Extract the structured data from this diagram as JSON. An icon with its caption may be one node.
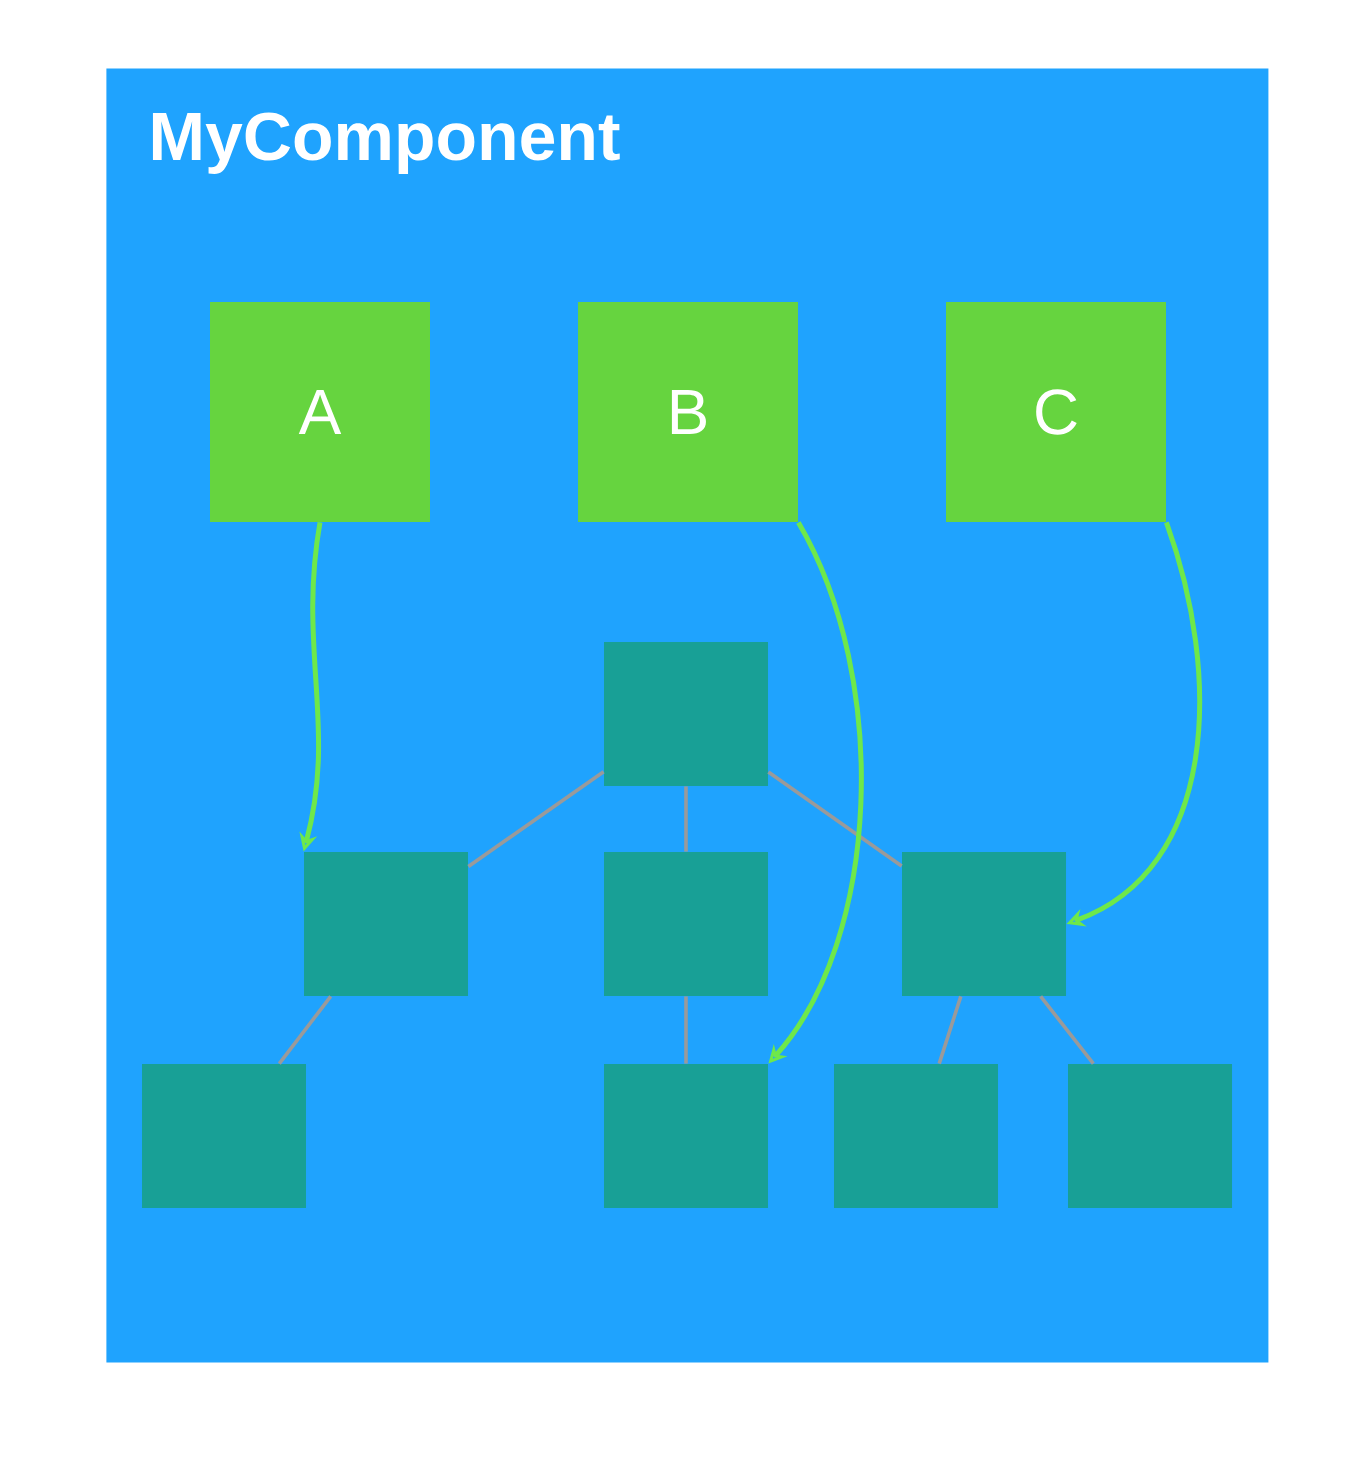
{
  "diagram": {
    "nodes": [
      {
        "text": [
          "MyComponent"
        ]
      },
      {
        "text": [
          "A"
        ],
        "in": 0
      },
      {
        "text": [
          "B"
        ],
        "in": 0
      },
      {
        "text": [
          "C"
        ],
        "in": 0
      },
      {
        "text": [],
        "shape": "box",
        "in": 0
      },
      {
        "text": [],
        "shape": "box",
        "in": 0
      },
      {
        "text": [],
        "shape": "box",
        "in": 0
      },
      {
        "text": [],
        "shape": "box",
        "in": 0
      },
      {
        "text": [],
        "shape": "box",
        "in": 0
      },
      {
        "text": [],
        "shape": "box",
        "in": 0
      },
      {
        "text": [],
        "shape": "box",
        "in": 0
      },
      {
        "text": [],
        "shape": "box",
        "in": 0
      }
    ],
    "edges": [
      {
        "from": 4,
        "to": 5,
        "arrow": "none"
      },
      {
        "from": 4,
        "to": 6,
        "arrow": "none"
      },
      {
        "from": 4,
        "to": 7,
        "arrow": "none"
      },
      {
        "from": 5,
        "to": 8,
        "arrow": "none"
      },
      {
        "from": 6,
        "to": 9,
        "arrow": "none"
      },
      {
        "from": 7,
        "to": 10,
        "arrow": "none"
      },
      {
        "from": 7,
        "to": 11,
        "arrow": "none"
      },
      {
        "from": 1,
        "to": 5,
        "arrow": "to",
        "color": "#6ee84a"
      },
      {
        "from": 2,
        "to": 9,
        "arrow": "to",
        "color": "#6ee84a"
      },
      {
        "from": 3,
        "to": 7,
        "arrow": "to",
        "color": "#6ee84a"
      }
    ]
  }
}
